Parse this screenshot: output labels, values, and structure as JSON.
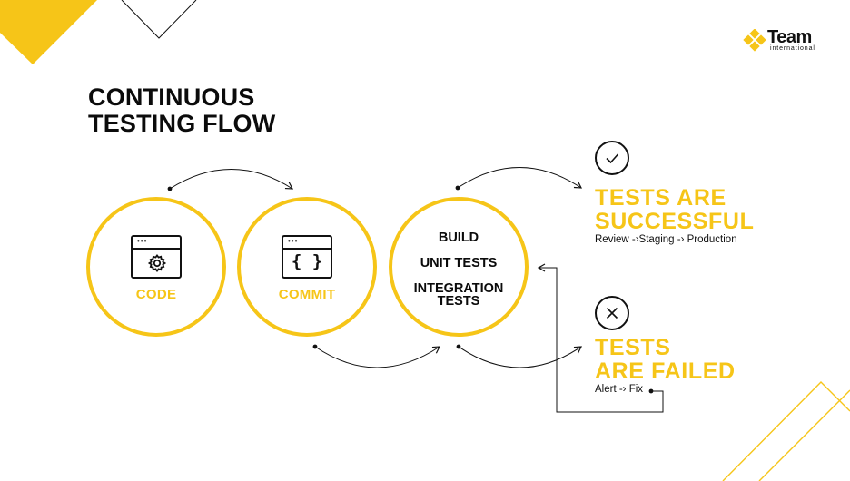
{
  "title": {
    "line1": "CONTINUOUS",
    "line2": "TESTING FLOW"
  },
  "logo": {
    "word": "Team",
    "sub": "international"
  },
  "steps": [
    {
      "label": "CODE",
      "icon": "settings-window-icon"
    },
    {
      "label": "COMMIT",
      "icon": "code-braces-window-icon"
    },
    {
      "lines": [
        "BUILD",
        "UNIT TESTS",
        "INTEGRATION",
        "TESTS"
      ]
    }
  ],
  "outcomes": {
    "success": {
      "icon": "check-icon",
      "line1": "TESTS ARE",
      "line2": "SUCCESSFUL",
      "flow": "Review -›Staging -› Production"
    },
    "failure": {
      "icon": "close-icon",
      "line1": "TESTS",
      "line2": "ARE FAILED",
      "flow": "Alert -› Fix"
    }
  },
  "colors": {
    "accent": "#f6c518",
    "text": "#0b0b0b",
    "background": "#ffffff"
  }
}
